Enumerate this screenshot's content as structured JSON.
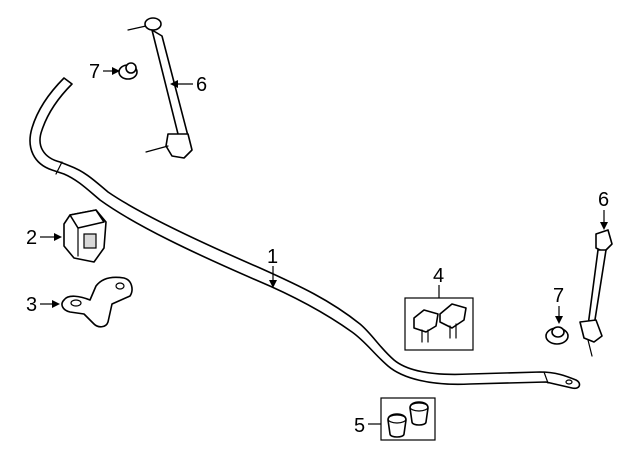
{
  "diagram": {
    "callouts": [
      {
        "id": "callout-1",
        "label": "1",
        "part": "stabilizer-bar"
      },
      {
        "id": "callout-2",
        "label": "2",
        "part": "bushing"
      },
      {
        "id": "callout-3",
        "label": "3",
        "part": "bracket"
      },
      {
        "id": "callout-4",
        "label": "4",
        "part": "bushing-kit"
      },
      {
        "id": "callout-5",
        "label": "5",
        "part": "bushing-pair"
      },
      {
        "id": "callout-6a",
        "label": "6",
        "part": "stabilizer-link-upper"
      },
      {
        "id": "callout-6b",
        "label": "6",
        "part": "stabilizer-link-right"
      },
      {
        "id": "callout-7a",
        "label": "7",
        "part": "nut-upper"
      },
      {
        "id": "callout-7b",
        "label": "7",
        "part": "nut-right"
      }
    ]
  }
}
